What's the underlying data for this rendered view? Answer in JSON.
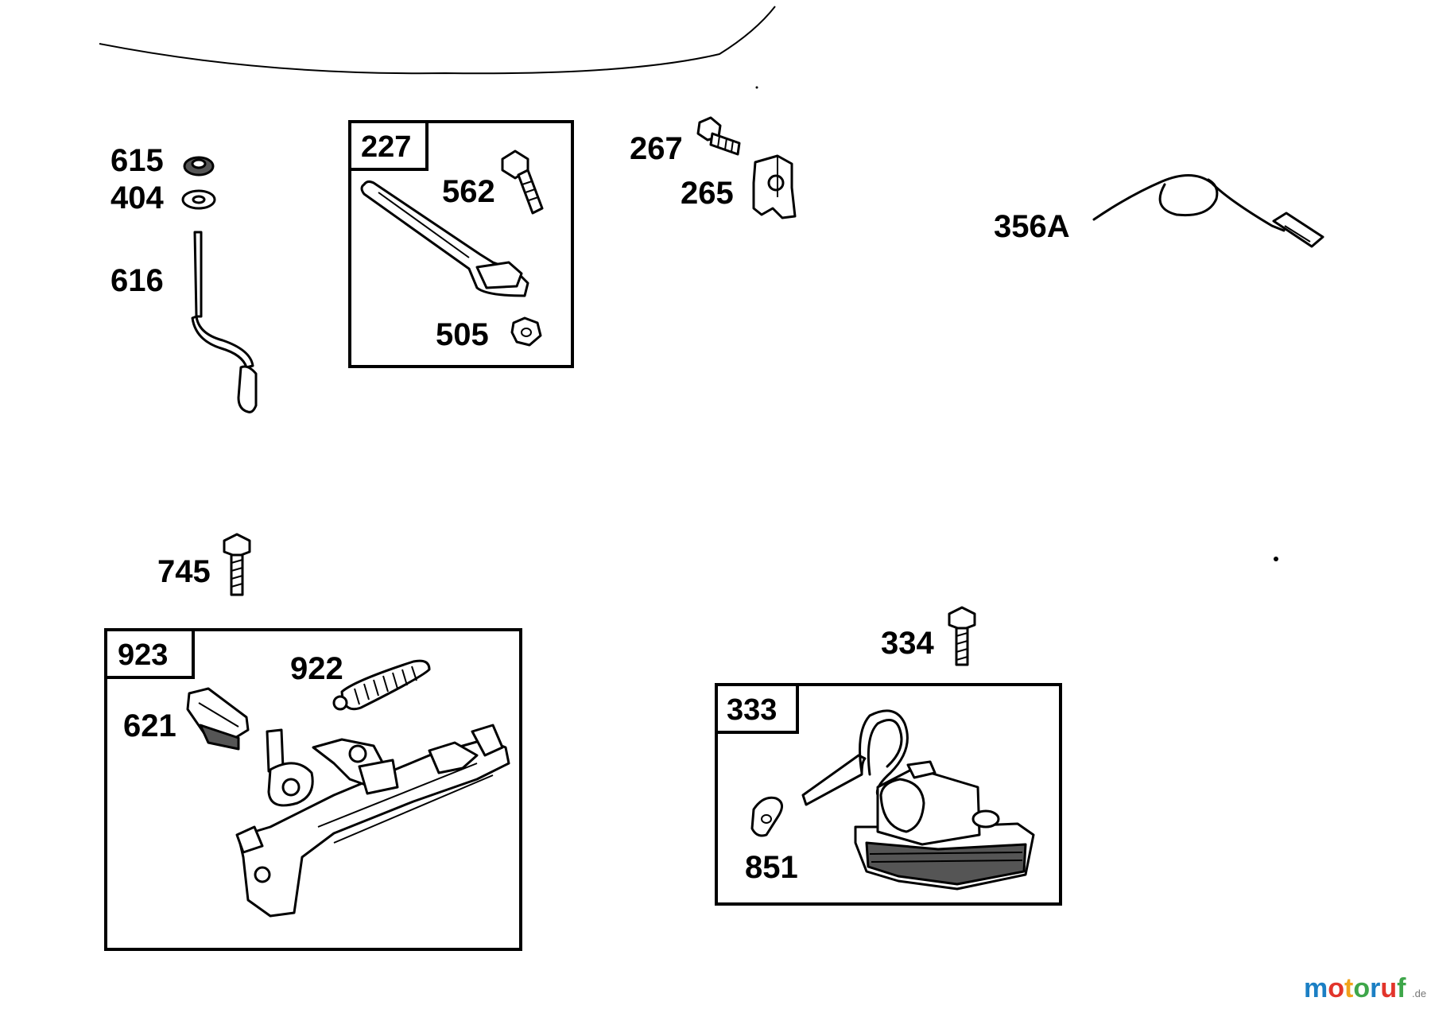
{
  "callouts": {
    "c615": "615",
    "c404": "404",
    "c616": "616",
    "c562": "562",
    "c505": "505",
    "c267": "267",
    "c265": "265",
    "c356a": "356A",
    "c745": "745",
    "c922": "922",
    "c621": "621",
    "c334": "334",
    "c851": "851"
  },
  "boxes": {
    "b227": "227",
    "b923": "923",
    "b333": "333"
  },
  "watermark": {
    "letters": [
      "m",
      "o",
      "t",
      "o",
      "r",
      "u",
      "f"
    ],
    "colors": [
      "#1b7fc4",
      "#e2342b",
      "#f1a21b",
      "#3ea64a",
      "#1b7fc4",
      "#e2342b",
      "#3ea64a"
    ],
    "suffix": ".de"
  }
}
